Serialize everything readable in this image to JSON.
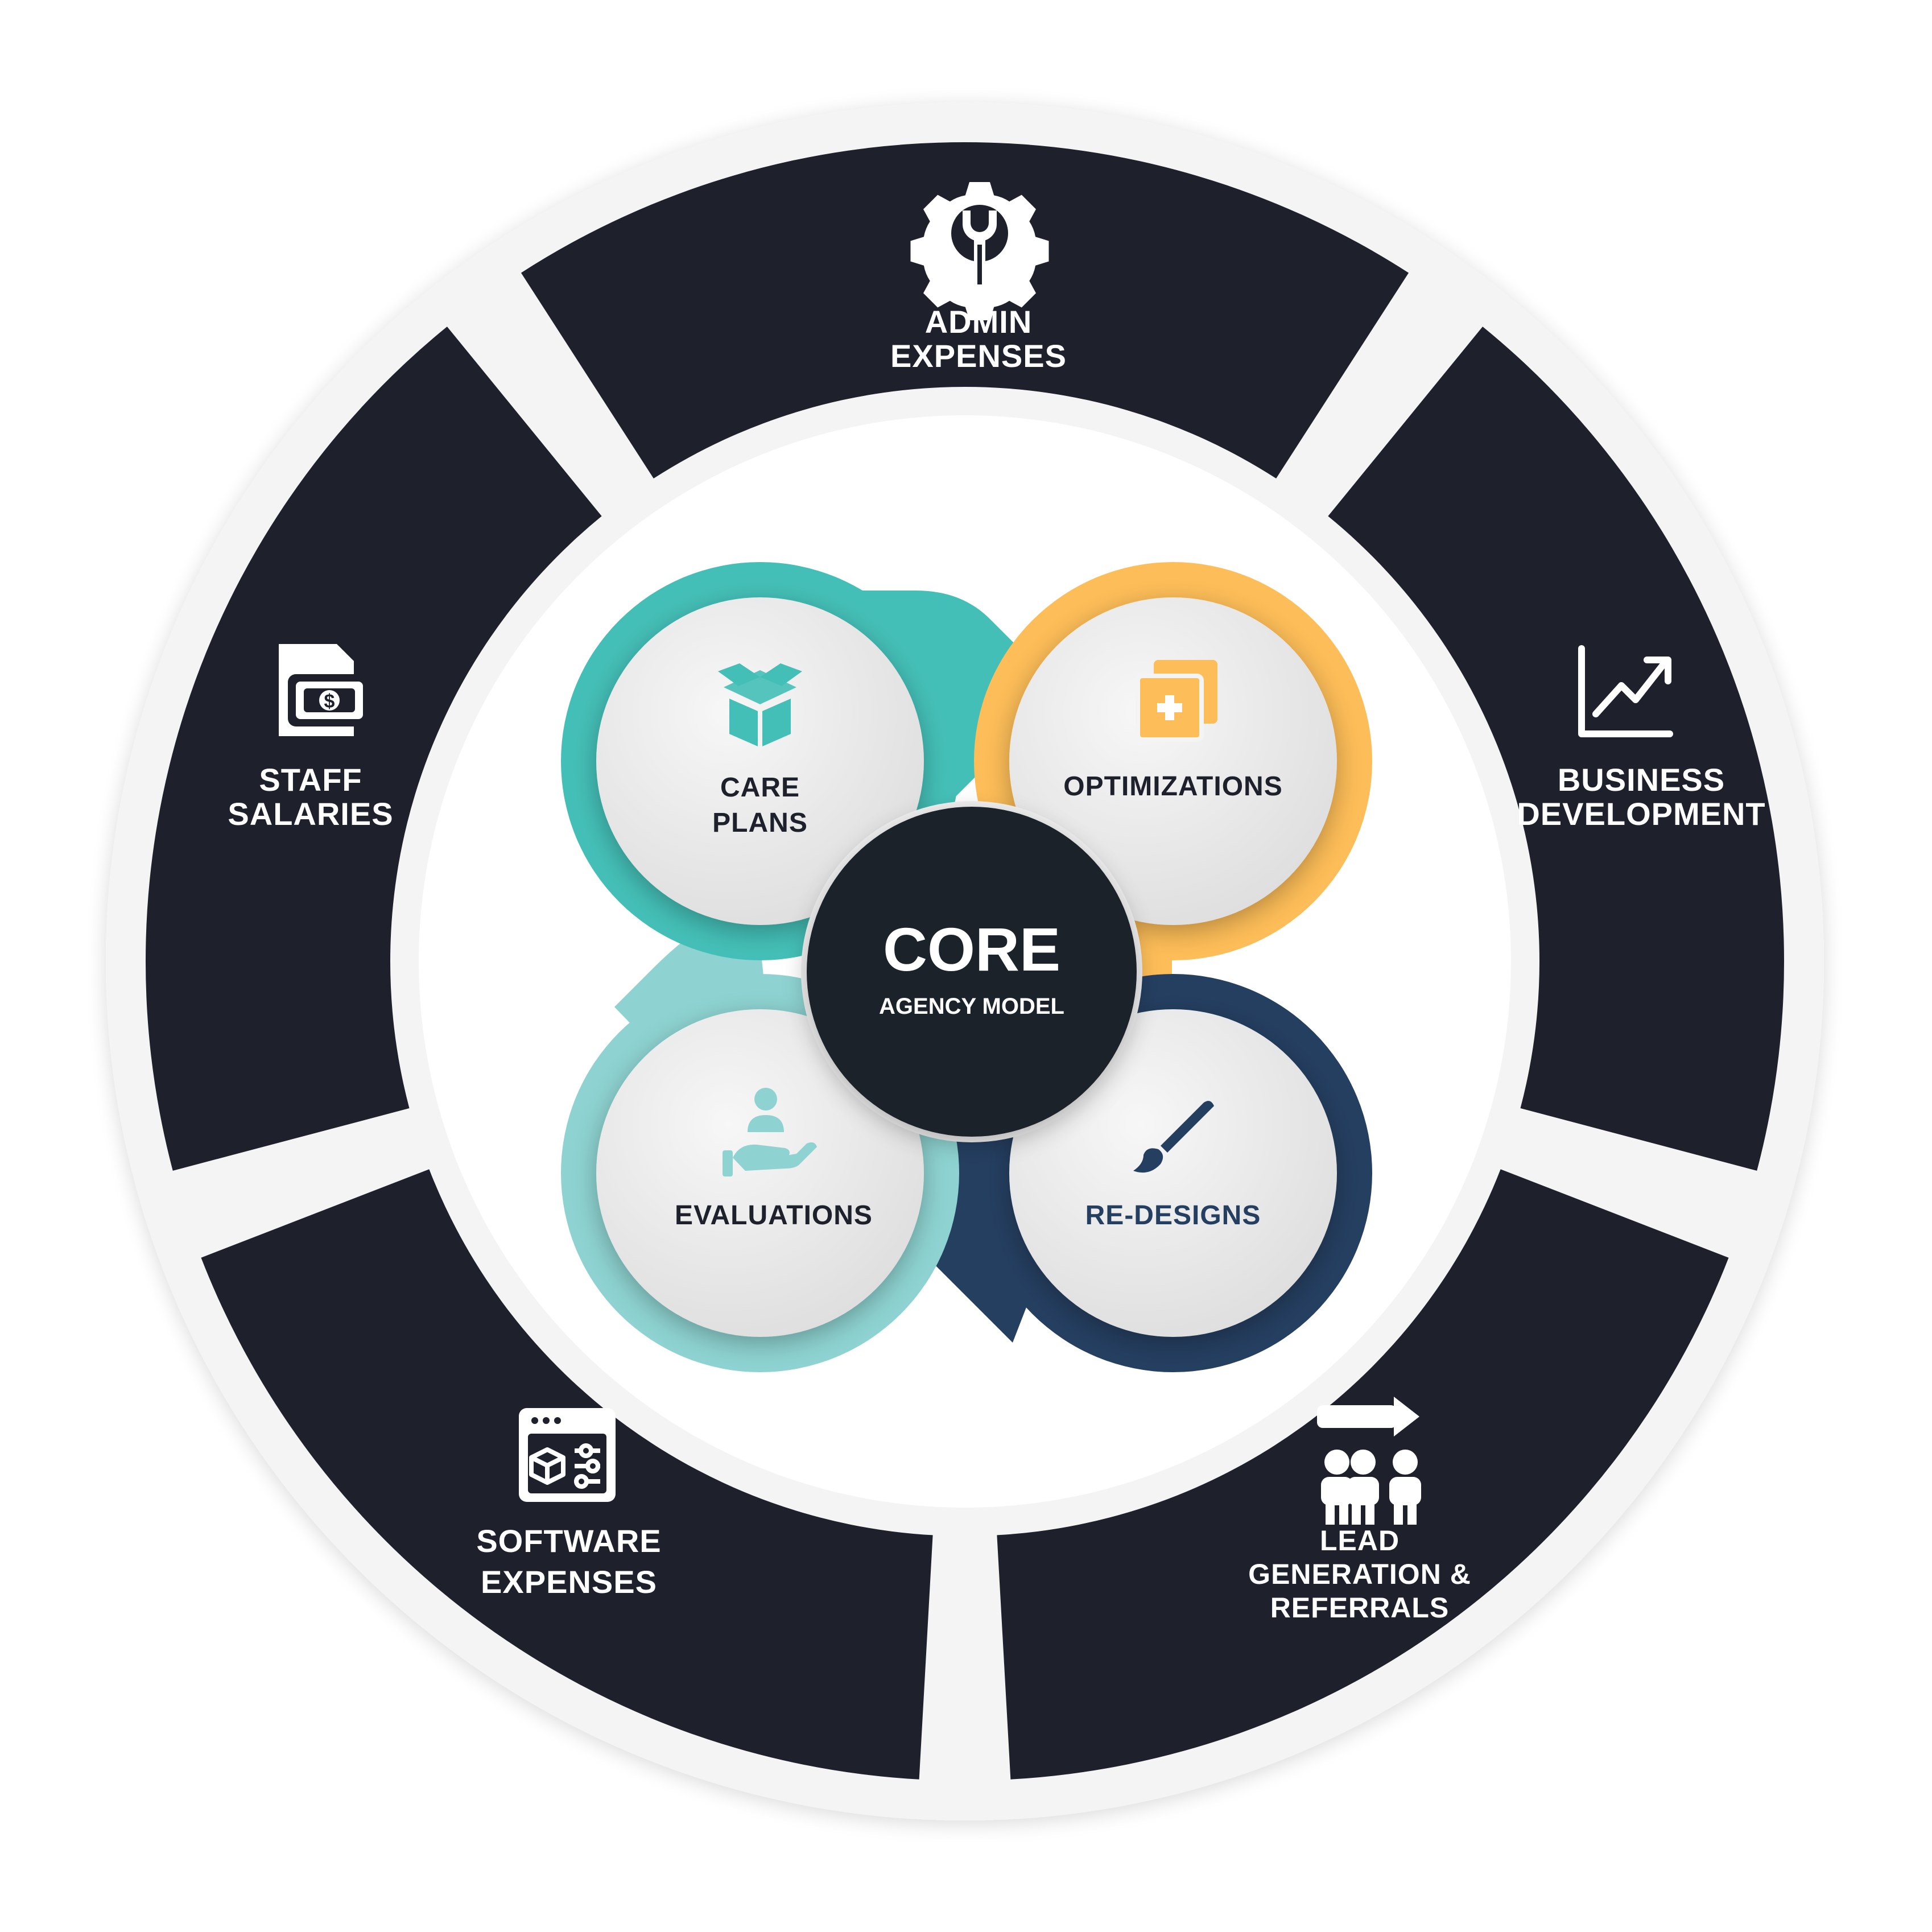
{
  "colors": {
    "segment_dark": "#1e212b",
    "teal": "#44bfb7",
    "light_teal": "#8ed3d1",
    "orange": "#fdbd58",
    "navy": "#253f61",
    "petal_text": "#1e212b",
    "redesign_text": "#253f61",
    "core_bg": "#1e212b"
  },
  "core": {
    "title": "CORE",
    "subtitle": "AGENCY MODEL"
  },
  "segments": [
    {
      "id": "admin",
      "icon": "gear-wrench-icon",
      "lines": [
        "ADMIN",
        "EXPENSES"
      ]
    },
    {
      "id": "business",
      "icon": "growth-chart-icon",
      "lines": [
        "BUSINESS",
        "DEVELOPMENT"
      ]
    },
    {
      "id": "lead",
      "icon": "people-arrow-icon",
      "lines": [
        "LEAD",
        "GENERATION &",
        "REFERRALS"
      ]
    },
    {
      "id": "software",
      "icon": "software-window-icon",
      "lines": [
        "SOFTWARE",
        "EXPENSES"
      ]
    },
    {
      "id": "staff",
      "icon": "money-document-icon",
      "lines": [
        "STAFF",
        "SALARIES"
      ]
    }
  ],
  "petals": [
    {
      "id": "care",
      "icon": "open-box-icon",
      "lines": [
        "CARE",
        "PLANS"
      ],
      "color": "#44bfb7"
    },
    {
      "id": "opt",
      "icon": "copy-plus-icon",
      "lines": [
        "OPTIMIZATIONS"
      ],
      "color": "#fdbd58"
    },
    {
      "id": "eval",
      "icon": "hand-person-icon",
      "lines": [
        "EVALUATIONS"
      ],
      "color": "#8ed3d1"
    },
    {
      "id": "redesign",
      "icon": "paintbrush-icon",
      "lines": [
        "RE-DESIGNS"
      ],
      "color": "#253f61"
    }
  ]
}
